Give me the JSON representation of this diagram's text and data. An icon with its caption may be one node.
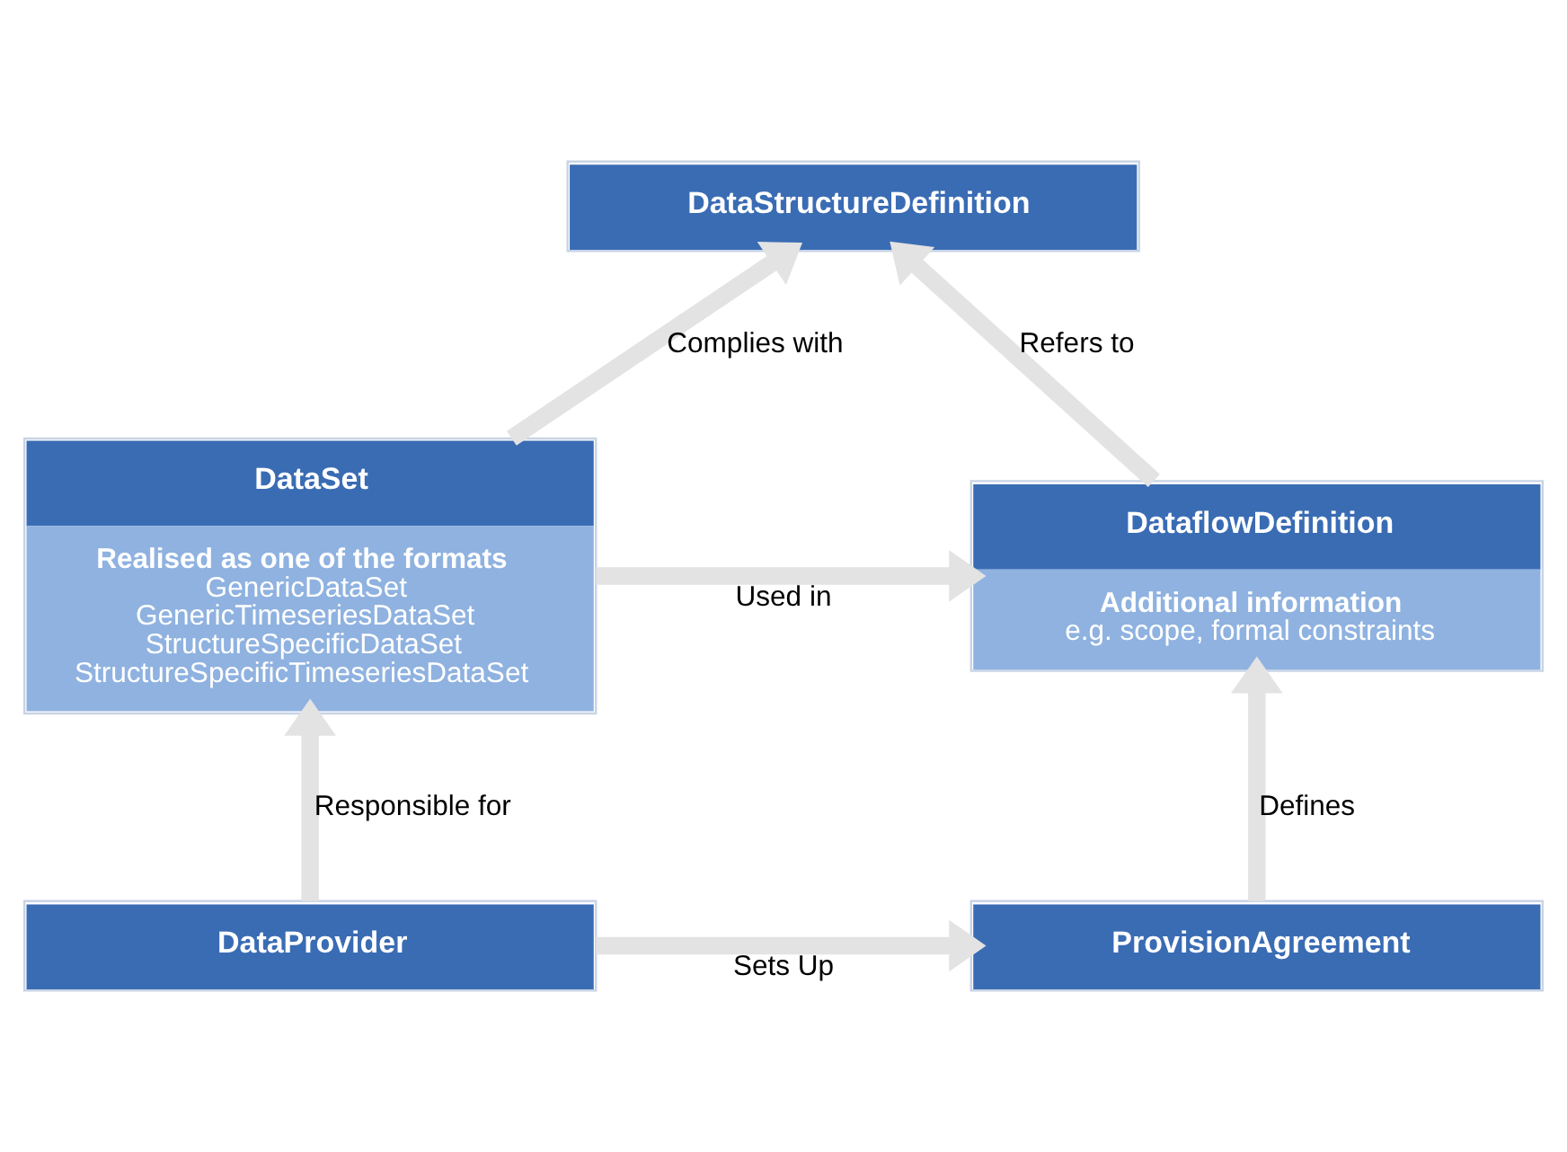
{
  "diagram": {
    "nodes": [
      {
        "text": [
          "DataStructureDefinition"
        ]
      },
      {
        "text": [
          "DataflowDefinition",
          "Additional information",
          "e.g. scope, formal constraints"
        ]
      },
      {
        "text": [
          "DataSet",
          "Realised as one of the formats",
          "GenericDataSet",
          "GenericTimeseriesDataSet",
          "StructureSpecificDataSet",
          "StructureSpecificTimeseriesDataSet"
        ]
      },
      {
        "text": [
          "DataProvider"
        ]
      },
      {
        "text": [
          "ProvisionAgreement"
        ]
      }
    ],
    "edges": [
      {
        "from": 1,
        "to": 0,
        "arrow": "to",
        "label": "Refers to"
      },
      {
        "from": 2,
        "to": 0,
        "arrow": "to",
        "label": "Complies with"
      },
      {
        "from": 2,
        "to": 1,
        "arrow": "to",
        "label": "Used in"
      },
      {
        "from": 3,
        "to": 2,
        "arrow": "to",
        "label": "Responsible for"
      },
      {
        "from": 4,
        "to": 1,
        "arrow": "to",
        "label": "Defines"
      },
      {
        "from": 3,
        "to": 4,
        "arrow": "to",
        "label": "Sets Up"
      }
    ]
  }
}
